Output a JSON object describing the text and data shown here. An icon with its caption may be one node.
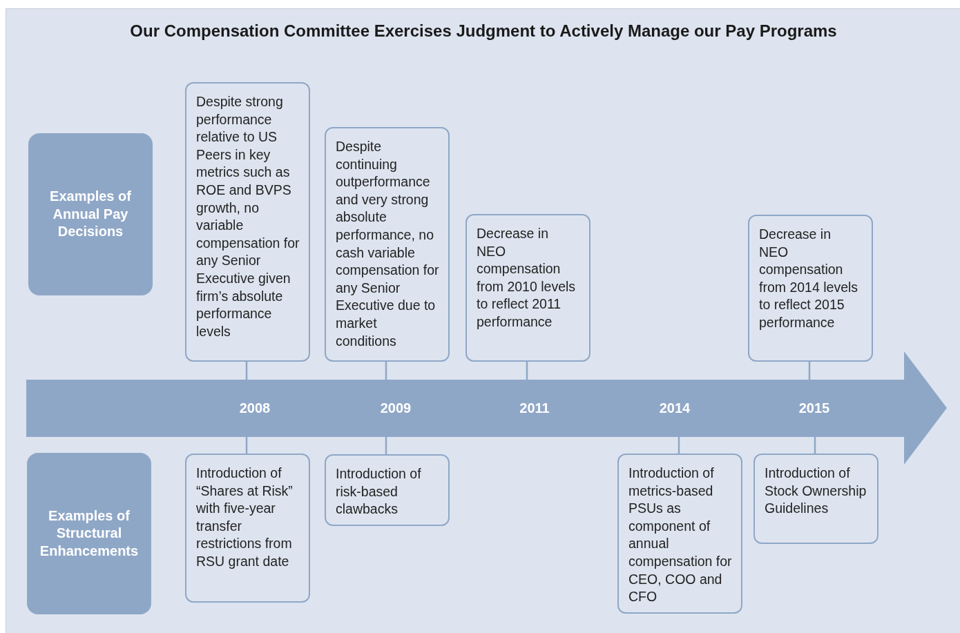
{
  "diagram": {
    "title": "Our Compensation Committee Exercises Judgment to Actively Manage our Pay Programs",
    "nodes": [
      {
        "text": [
          "Examples of Annual Pay Decisions"
        ]
      },
      {
        "text": [
          "Despite strong performance relative to US Peers in key metrics such as ROE and BVPS growth, no variable compensation for any Senior Executive given firm’s absolute performance levels"
        ]
      },
      {
        "text": [
          "Despite continuing outperformance and very strong absolute performance, no cash variable compensation for any Senior Executive due to market conditions"
        ]
      },
      {
        "text": [
          "Decrease in NEO compensation from 2010 levels to reflect 2011 performance"
        ]
      },
      {
        "text": [
          "Decrease in NEO compensation from 2014 levels to reflect 2015 performance"
        ]
      },
      {
        "text": [
          "2008",
          "2009",
          "2011",
          "2014",
          "2015"
        ]
      },
      {
        "text": [
          "Examples of Structural Enhancements"
        ]
      },
      {
        "text": [
          "Introduction of “Shares at Risk” with five-year transfer restrictions from RSU grant date"
        ]
      },
      {
        "text": [
          "Introduction of risk-based clawbacks"
        ]
      },
      {
        "text": [
          "Introduction of metrics-based PSUs as component of annual compensation for CEO, COO and CFO"
        ]
      },
      {
        "text": [
          "Introduction of Stock Ownership Guidelines"
        ]
      }
    ],
    "edges": [
      {
        "from": 1,
        "to": 5,
        "arrow": "none"
      },
      {
        "from": 2,
        "to": 5,
        "arrow": "none"
      },
      {
        "from": 3,
        "to": 5,
        "arrow": "none"
      },
      {
        "from": 4,
        "to": 5,
        "arrow": "none"
      },
      {
        "from": 5,
        "to": 7,
        "arrow": "none"
      },
      {
        "from": 5,
        "to": 8,
        "arrow": "none"
      },
      {
        "from": 5,
        "to": 9,
        "arrow": "none"
      },
      {
        "from": 5,
        "to": 10,
        "arrow": "none"
      }
    ]
  }
}
